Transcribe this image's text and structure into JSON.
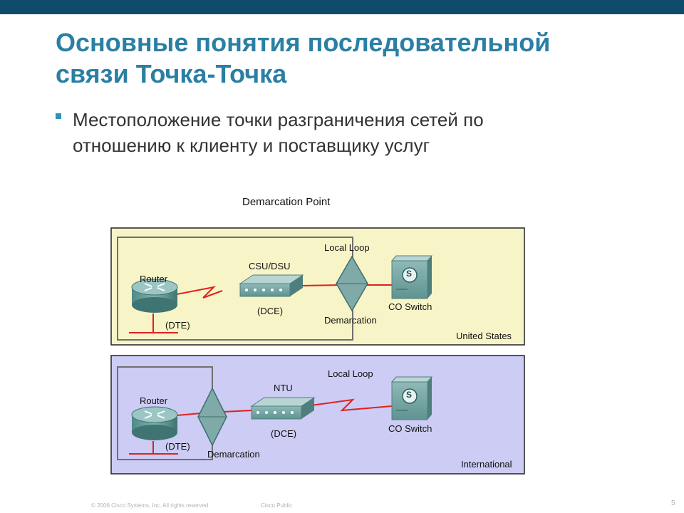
{
  "title": {
    "line1": "Основные понятия последовательной",
    "line2": "связи Точка-Точка"
  },
  "bullet": {
    "line1": "Местоположение точки разграничения сетей по",
    "line2": "отношению к клиенту и поставщику услуг"
  },
  "diagram": {
    "heading": "Demarcation Point",
    "us_panel": {
      "router": "Router",
      "dte": "(DTE)",
      "csu": "CSU/DSU",
      "dce": "(DCE)",
      "local_loop": "Local Loop",
      "demarcation": "Demarcation",
      "co_switch": "CO Switch",
      "region": "United States"
    },
    "intl_panel": {
      "router": "Router",
      "dte": "(DTE)",
      "ntu": "NTU",
      "dce": "(DCE)",
      "local_loop": "Local Loop",
      "demarcation": "Demarcation",
      "co_switch": "CO Switch",
      "region": "International"
    },
    "switch_letter": "S"
  },
  "footer": {
    "copyright": "© 2006 Cisco Systems, Inc. All rights reserved.",
    "classification": "Cisco Public",
    "page": "5"
  },
  "colors": {
    "top_bar": "#0f4c6b",
    "title": "#2b7fa3",
    "us_panel": "#f7f5c8",
    "intl_panel": "#ccccf5",
    "link": "#e02020"
  }
}
